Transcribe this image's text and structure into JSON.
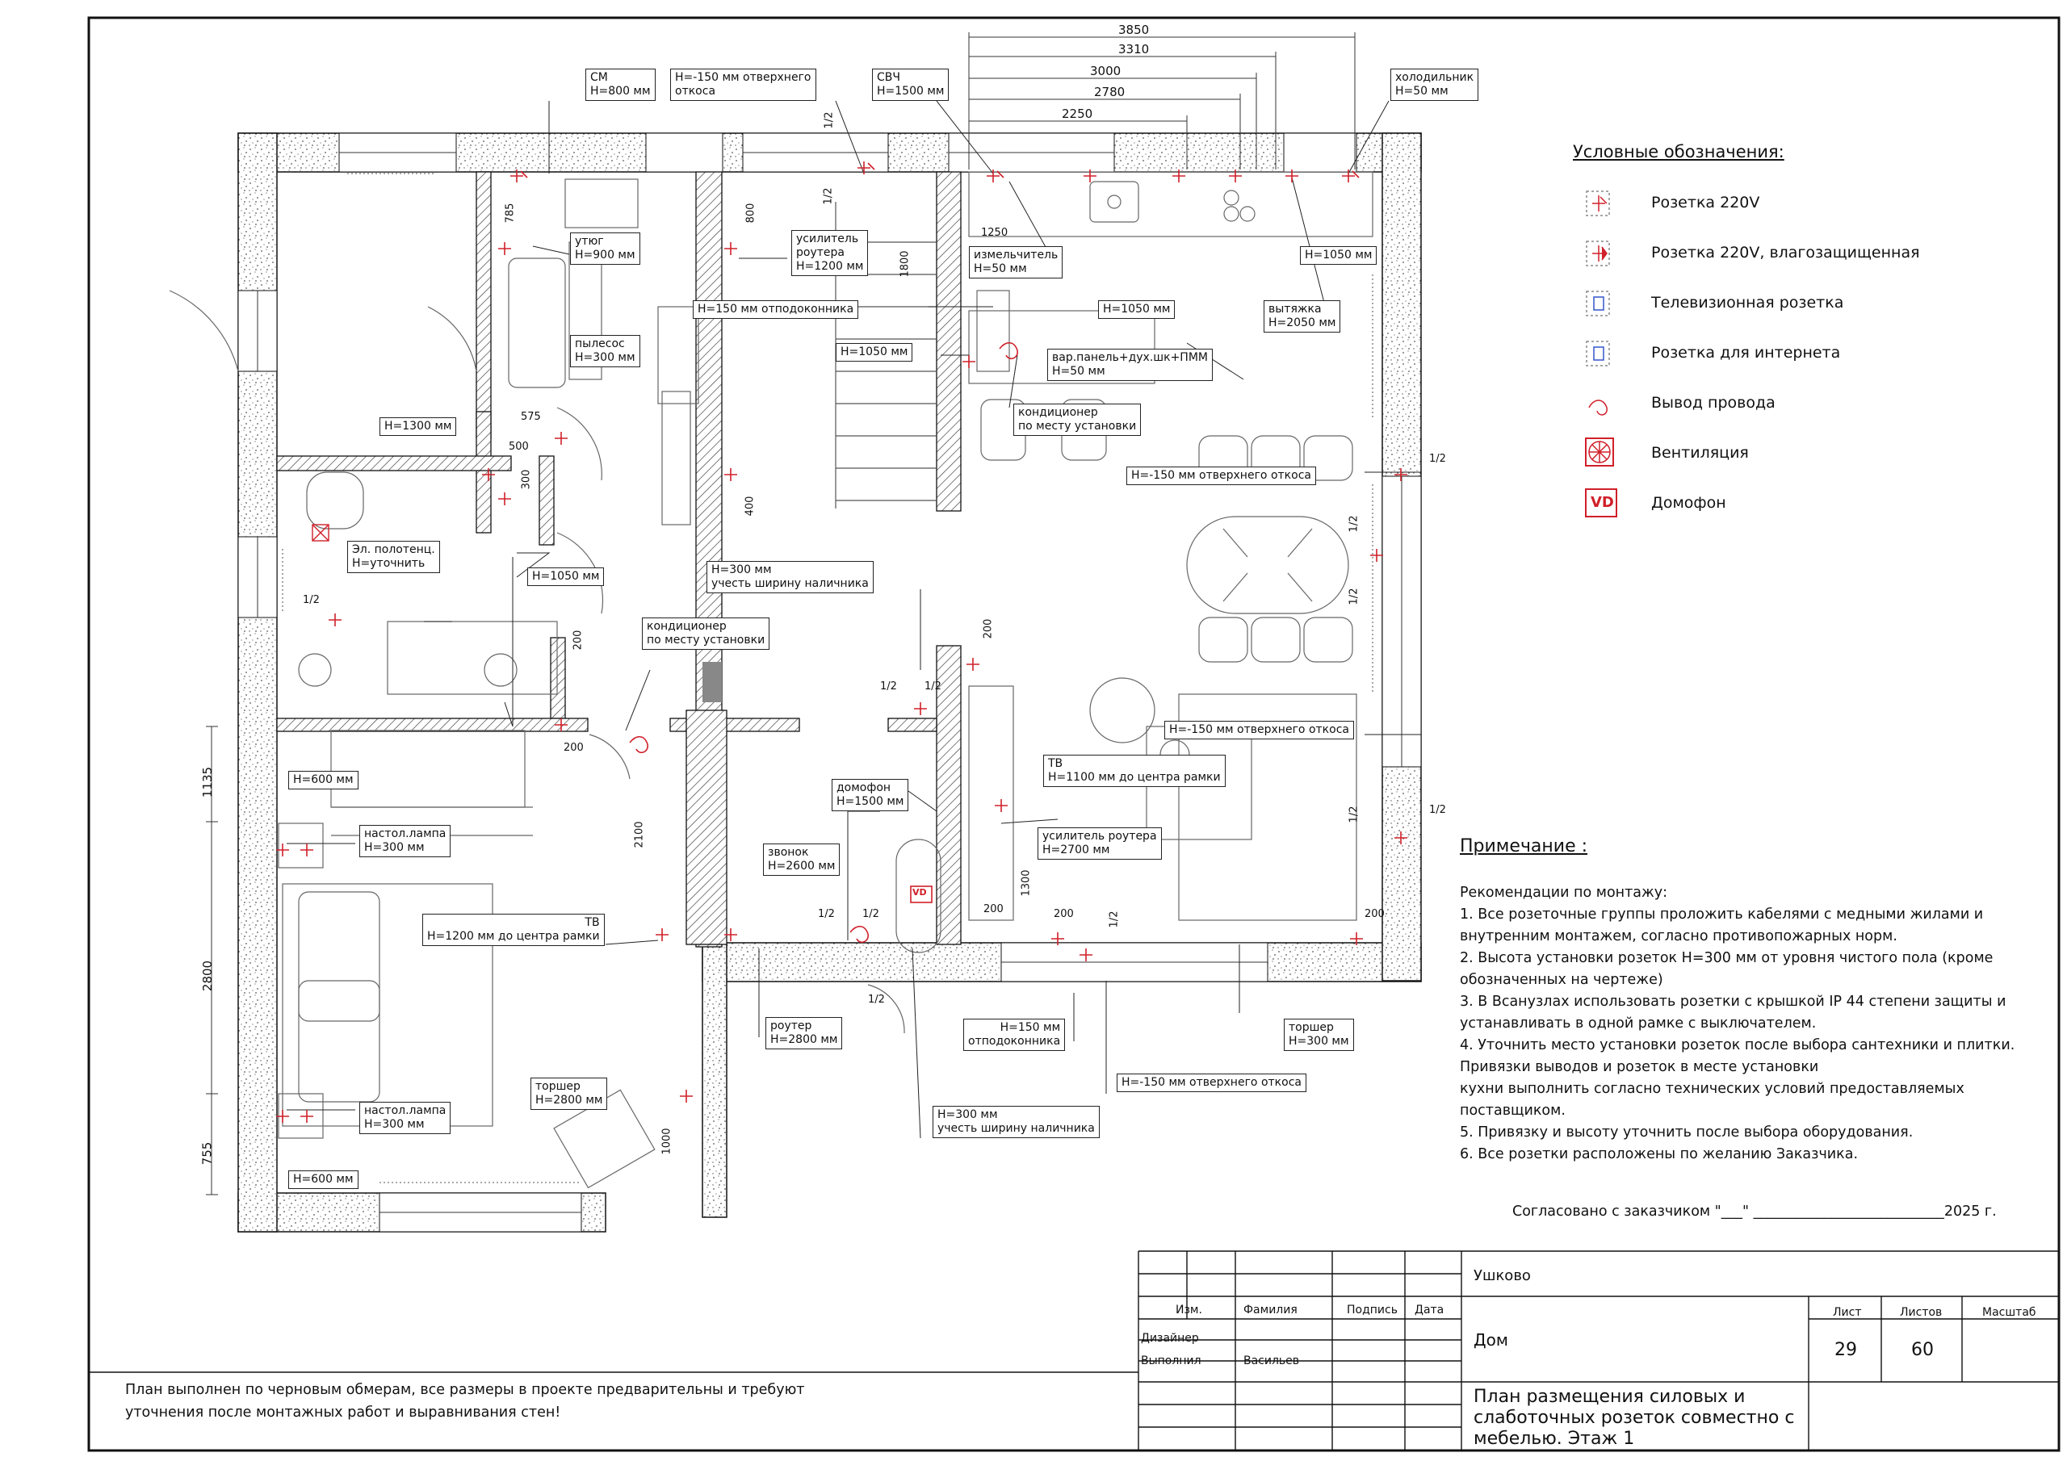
{
  "callouts": [
    {
      "id": "sm",
      "lines": [
        "СМ",
        "H=800 мм"
      ]
    },
    {
      "id": "top1",
      "lines": [
        "H=-150 мм отверхнего",
        "откоса"
      ]
    },
    {
      "id": "svch",
      "lines": [
        "СВЧ",
        "H=1500 мм"
      ]
    },
    {
      "id": "fridge",
      "lines": [
        "холодильник",
        "H=50 мм"
      ]
    },
    {
      "id": "iron",
      "lines": [
        "утюг",
        "H=900 мм"
      ]
    },
    {
      "id": "router_amp",
      "lines": [
        "усилитель",
        "роутера",
        "H=1200 мм"
      ]
    },
    {
      "id": "grinder",
      "lines": [
        "измельчитель",
        "H=50 мм"
      ]
    },
    {
      "id": "h1050a",
      "lines": [
        "H=1050 мм"
      ]
    },
    {
      "id": "hood",
      "lines": [
        "вытяжка",
        "H=2050 мм"
      ]
    },
    {
      "id": "sill150",
      "lines": [
        "H=150 мм отподоконника"
      ]
    },
    {
      "id": "h1050b",
      "lines": [
        "H=1050 мм"
      ]
    },
    {
      "id": "h1050c",
      "lines": [
        "H=1050 мм"
      ]
    },
    {
      "id": "vacuum",
      "lines": [
        "пылесос",
        "H=300 мм"
      ]
    },
    {
      "id": "panel",
      "lines": [
        "вар.панель+дух.шк+ПММ",
        "H=50 мм"
      ]
    },
    {
      "id": "ac1",
      "lines": [
        "кондиционер",
        "по месту установки"
      ]
    },
    {
      "id": "h1300",
      "lines": [
        "H=1300 мм"
      ]
    },
    {
      "id": "top2",
      "lines": [
        "H=-150 мм отверхнего   откоса"
      ]
    },
    {
      "id": "towel",
      "lines": [
        "Эл. полотенц.",
        "H=уточнить"
      ]
    },
    {
      "id": "h1050d",
      "lines": [
        "H=1050 мм"
      ]
    },
    {
      "id": "h300a",
      "lines": [
        "H=300 мм",
        "учесть ширину наличника"
      ]
    },
    {
      "id": "ac2",
      "lines": [
        "кондиционер",
        "по месту установки"
      ]
    },
    {
      "id": "top3",
      "lines": [
        "H=-150 мм отверхнего   откоса"
      ]
    },
    {
      "id": "h600a",
      "lines": [
        "H=600 мм"
      ]
    },
    {
      "id": "lamp1",
      "lines": [
        "настол.лампа",
        "H=300 мм"
      ]
    },
    {
      "id": "intercom",
      "lines": [
        "домофон",
        "H=1500 мм"
      ]
    },
    {
      "id": "tv1",
      "lines": [
        "ТВ",
        "H=1100 мм  до центра рамки"
      ]
    },
    {
      "id": "router_amp2",
      "lines": [
        "усилитель роутера",
        "H=2700 мм"
      ]
    },
    {
      "id": "bell",
      "lines": [
        "звонок",
        "H=2600 мм"
      ]
    },
    {
      "id": "tv2",
      "lines": [
        "ТВ",
        "H=1200 мм до центра рамки"
      ]
    },
    {
      "id": "router",
      "lines": [
        "роутер",
        "H=2800 мм"
      ]
    },
    {
      "id": "sill2",
      "lines": [
        "H=150 мм",
        "отподоконника"
      ]
    },
    {
      "id": "torch1",
      "lines": [
        "торшер",
        "H=300 мм"
      ]
    },
    {
      "id": "top4",
      "lines": [
        "H=-150 мм отверхнего откоса"
      ]
    },
    {
      "id": "torch2",
      "lines": [
        "торшер",
        "H=2800 мм"
      ]
    },
    {
      "id": "lamp2",
      "lines": [
        "настол.лампа",
        "H=300 мм"
      ]
    },
    {
      "id": "h300b",
      "lines": [
        "H=300 мм",
        "учесть ширину наличника"
      ]
    },
    {
      "id": "h600b",
      "lines": [
        "H=600 мм"
      ]
    }
  ],
  "dimensions": {
    "top": [
      "3850",
      "3310",
      "3000",
      "2780",
      "2250"
    ],
    "left": [
      "1135",
      "2800",
      "755"
    ],
    "misc": [
      "785",
      "800",
      "1800",
      "1250",
      "575",
      "500",
      "300",
      "400",
      "200",
      "200",
      "2100",
      "1000",
      "1300",
      "200",
      "200",
      "200",
      "200",
      "1/2",
      "1/2",
      "1/2",
      "1/2",
      "1/2",
      "1/2",
      "1/2",
      "1/2",
      "1/2",
      "1/2",
      "1/2",
      "1/2",
      "1/2",
      "1/2",
      "1/2"
    ]
  },
  "legend": {
    "title": "Условные обозначения:",
    "items": [
      {
        "label": "Розетка 220V",
        "icon": "socket-icon"
      },
      {
        "label": "Розетка 220V, влагозащищенная",
        "icon": "wet-socket-icon"
      },
      {
        "label": "Телевизионная розетка",
        "icon": "tv-socket-icon"
      },
      {
        "label": "Розетка для интернета",
        "icon": "internet-socket-icon"
      },
      {
        "label": "Вывод провода",
        "icon": "wire-outlet-icon"
      },
      {
        "label": "Вентиляция",
        "icon": "ventilation-icon"
      },
      {
        "label": "Домофон",
        "icon": "intercom-icon",
        "symbol": "VD"
      }
    ]
  },
  "notes": {
    "title": "Примечание  :",
    "lines": [
      "Рекомендации по монтажу:",
      "1. Все розеточные группы проложить кабелями с медными жилами и",
      "внутренним монтажем, согласно противопожарных норм.",
      "2. Высота установки розеток H=300 мм от уровня чистого пола (кроме",
      "обозначенных на чертеже)",
      "3. В Всанузлах использовать розетки с крышкой IP 44 степени защиты и",
      "устанавливать в одной рамке с выключателем.",
      "4. Уточнить место установки розеток после выбора сантехники и плитки.",
      "Привязки выводов и розеток в месте установки",
      "кухни выполнить согласно технических условий предоставляемых",
      "поставщиком.",
      "5. Привязку и высоту уточнить после выбора оборудования.",
      "6. Все розетки расположены по желанию Заказчика."
    ]
  },
  "approval": "Согласовано с заказчиком \"___\" ___________________________2025 г.",
  "footnote": [
    "План выполнен по черновым обмерам, все размеры в проекте предварительны и требуют",
    "уточнения после монтажных работ и выравнивания стен!"
  ],
  "title_block": {
    "project": "Ушково",
    "object": "Дом",
    "title": [
      "План размещения силовых и",
      "слаботочных розеток совместно с",
      "мебелью. Этаж 1"
    ],
    "headers": {
      "izm": "Изм.",
      "surname": "Фамилия",
      "sign": "Подпись",
      "date": "Дата",
      "sheet": "Лист",
      "sheets": "Листов",
      "scale": "Масштаб"
    },
    "roles": [
      {
        "role": "Дизайнер",
        "name": ""
      },
      {
        "role": "Выполнил",
        "name": "Васильев"
      }
    ],
    "sheet_no": "29",
    "sheets_total": "60",
    "scale": ""
  },
  "colors": {
    "accent": "#d0202a",
    "line": "#111111",
    "wall_hatch": "#555555"
  }
}
